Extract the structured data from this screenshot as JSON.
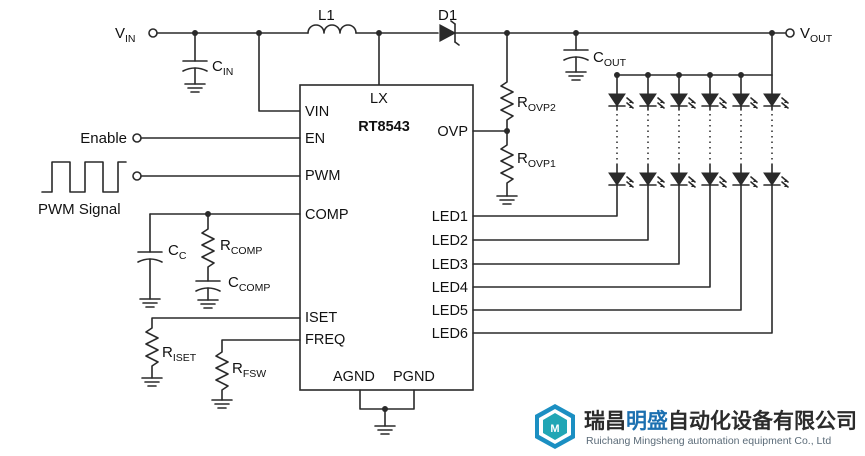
{
  "diagram": {
    "chip": {
      "name": "RT8543",
      "pins_left": [
        "VIN",
        "EN",
        "PWM",
        "COMP",
        "ISET",
        "FREQ"
      ],
      "pins_top": "LX",
      "pins_right": [
        "OVP",
        "LED1",
        "LED2",
        "LED3",
        "LED4",
        "LED5",
        "LED6"
      ],
      "pins_bottom": [
        "AGND",
        "PGND"
      ]
    },
    "labels": {
      "vin": {
        "main": "V",
        "sub": "IN"
      },
      "vout": {
        "main": "V",
        "sub": "OUT"
      },
      "l1": "L1",
      "d1": "D1",
      "cin": {
        "main": "C",
        "sub": "IN"
      },
      "cout": {
        "main": "C",
        "sub": "OUT"
      },
      "rovp2": {
        "main": "R",
        "sub": "OVP2"
      },
      "rovp1": {
        "main": "R",
        "sub": "OVP1"
      },
      "enable": "Enable",
      "pwm_signal": "PWM Signal",
      "cc": {
        "main": "C",
        "sub": "C"
      },
      "rcomp": {
        "main": "R",
        "sub": "COMP"
      },
      "ccomp": {
        "main": "C",
        "sub": "COMP"
      },
      "riset": {
        "main": "R",
        "sub": "ISET"
      },
      "rfsw": {
        "main": "R",
        "sub": "FSW"
      }
    },
    "led_strings": 6,
    "colors": {
      "wire": "#2a2a2a",
      "logo_accent": "#1b6fb0",
      "logo_teal": "#21a6b5"
    }
  },
  "watermark": {
    "name_cn_part1": "瑞昌",
    "name_cn_part2": "明盛",
    "name_cn_part3": "自动化设备有限公司",
    "name_en": "Ruichang Mingsheng automation equipment Co., Ltd",
    "logo_icon": "mingsheng-logo-icon"
  }
}
